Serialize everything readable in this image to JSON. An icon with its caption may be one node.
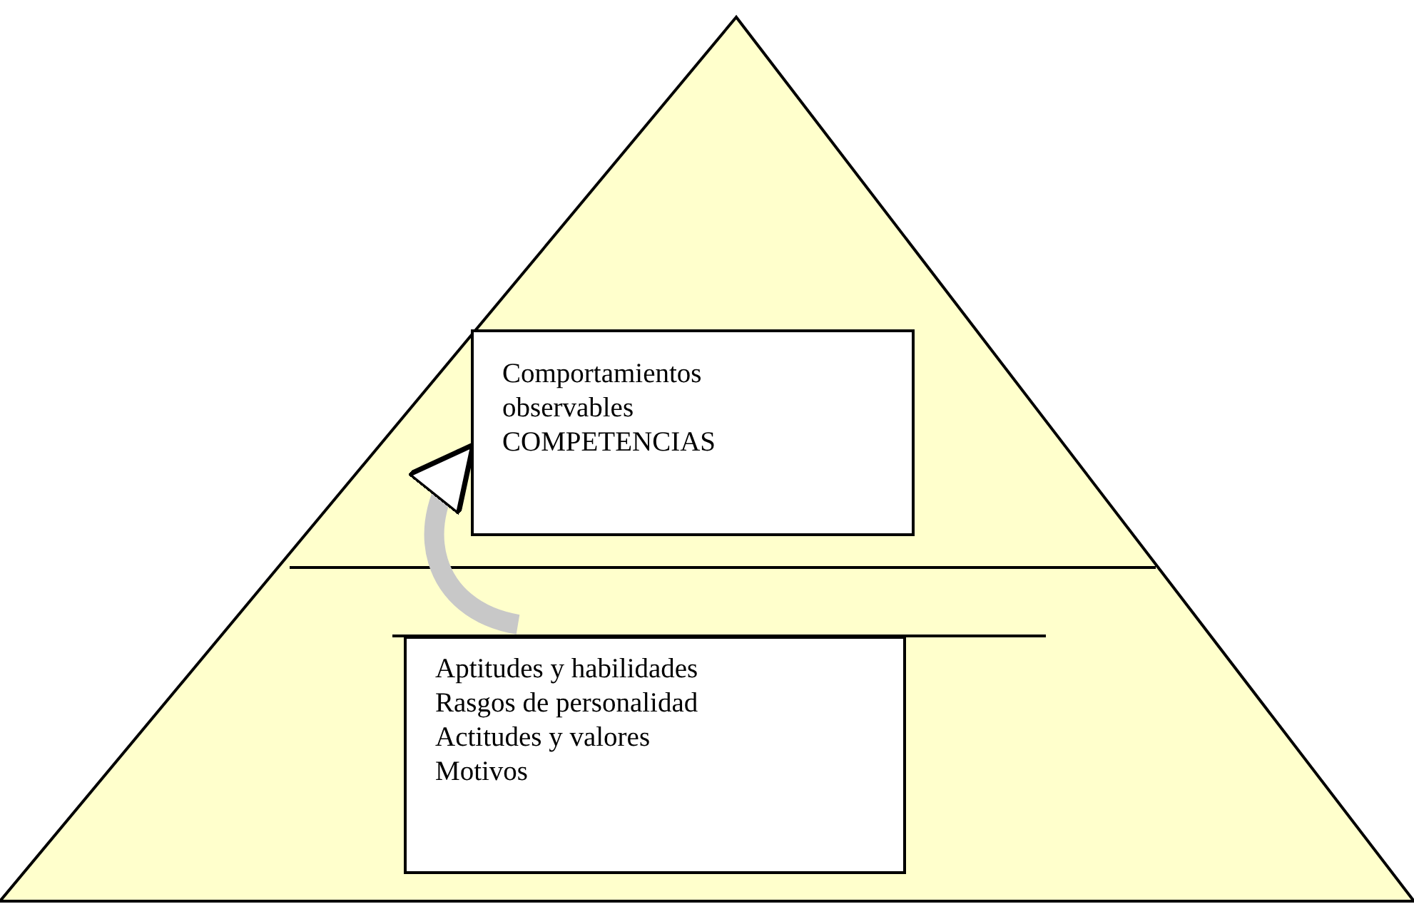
{
  "diagram": {
    "nodes": [
      {
        "text": [
          "Comportamientos observables",
          "COMPETENCIAS"
        ]
      },
      {
        "text": [
          "Aptitudes y habilidades",
          "Rasgos de personalidad",
          "Actitudes y valores",
          "Motivos"
        ]
      }
    ],
    "edges": [
      {
        "from": 1,
        "to": 0,
        "arrow": "to"
      }
    ]
  }
}
